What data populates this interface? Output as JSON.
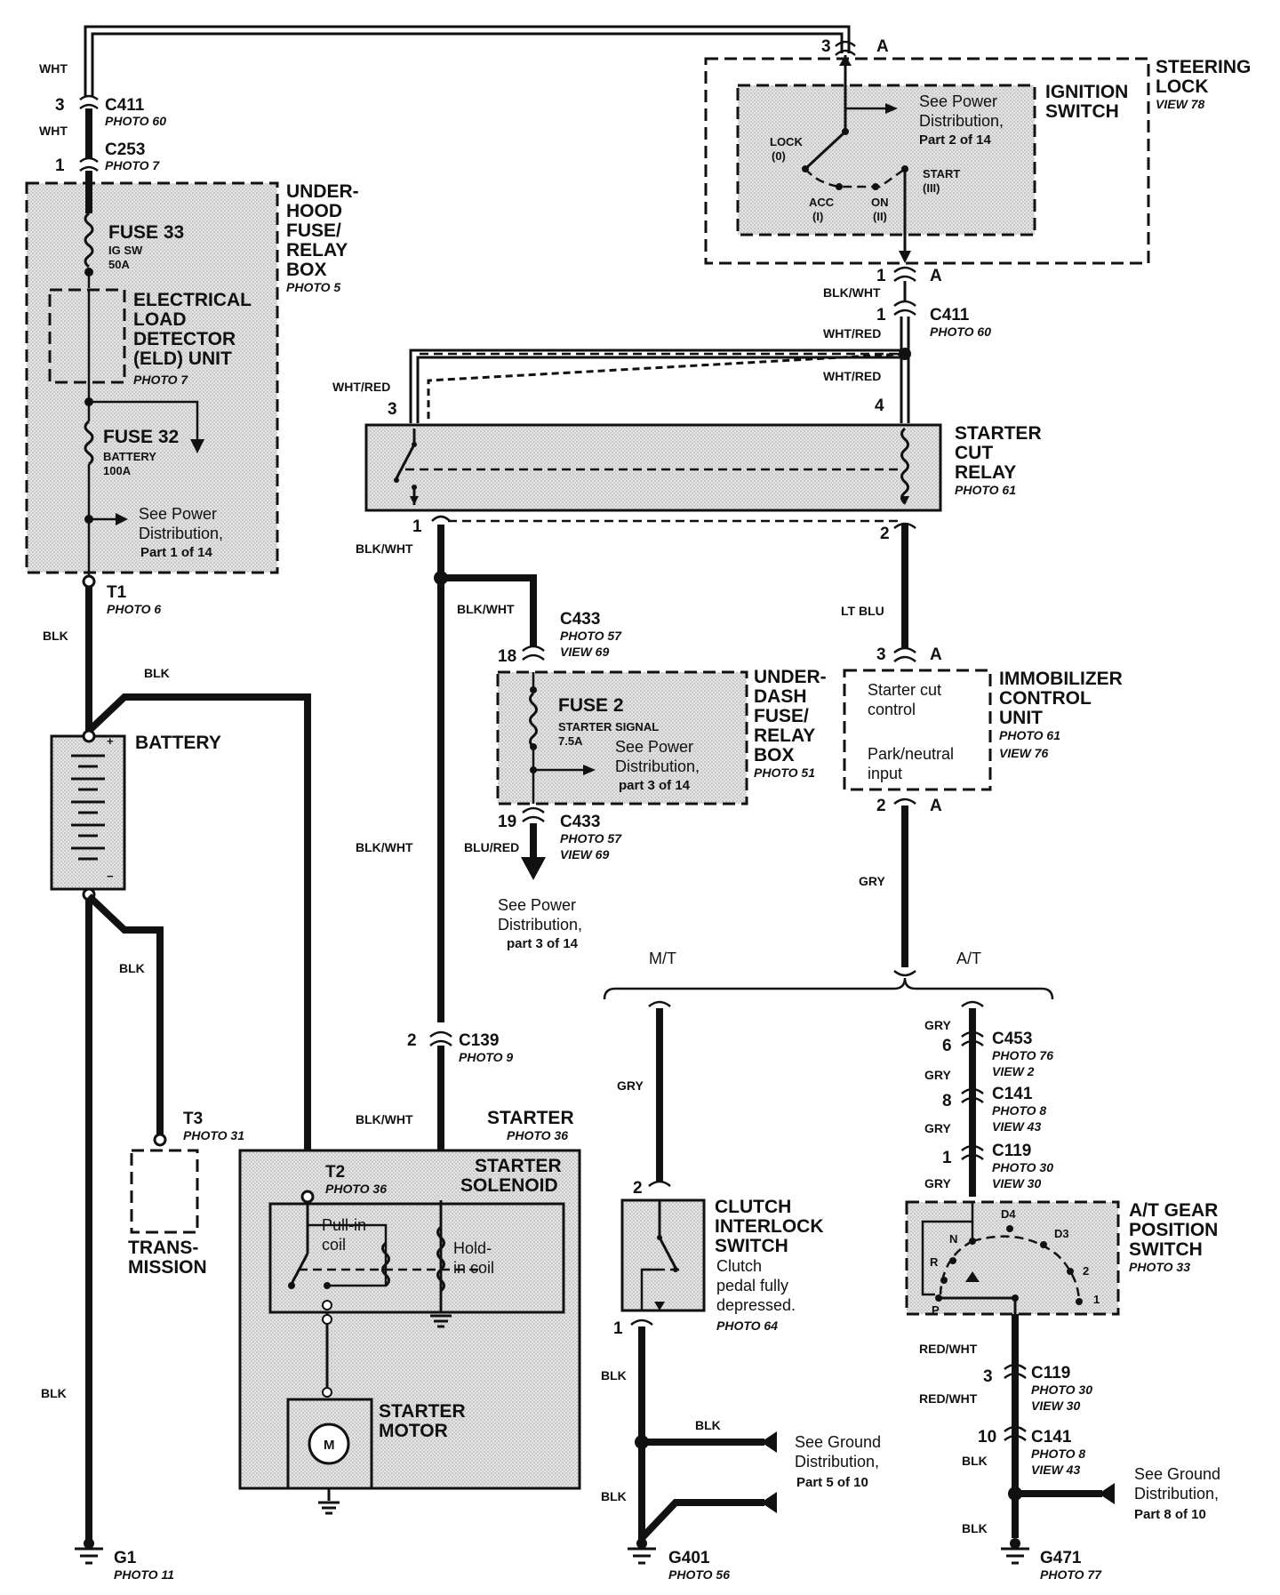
{
  "components": {
    "steering_lock": {
      "name": "STEERING LOCK",
      "photo": "VIEW 78"
    },
    "ignition_switch": {
      "name": "IGNITION SWITCH",
      "note": "See Power Distribution, Part 2 of 14",
      "pos_lock": "LOCK",
      "pos_lock_num": "(0)",
      "pos_acc": "ACC",
      "pos_acc_num": "(I)",
      "pos_on": "ON",
      "pos_on_num": "(II)",
      "pos_start": "START",
      "pos_start_num": "(III)"
    },
    "underhood_box": {
      "name": "UNDER- HOOD FUSE/ RELAY BOX",
      "photo": "PHOTO 5",
      "fuse33": "FUSE 33",
      "fuse33_sub": "IG SW",
      "fuse33_amp": "50A",
      "eld": "ELECTRICAL LOAD DETECTOR (ELD) UNIT",
      "eld_photo": "PHOTO 7",
      "fuse32": "FUSE 32",
      "fuse32_sub": "BATTERY",
      "fuse32_amp": "100A",
      "note": "See Power Distribution, Part 1 of 14"
    },
    "battery": {
      "name": "BATTERY"
    },
    "transmission": {
      "name": "TRANS- MISSION"
    },
    "starter_cut_relay": {
      "name": "STARTER CUT RELAY",
      "photo": "PHOTO 61"
    },
    "underdash_box": {
      "name": "UNDER- DASH FUSE/ RELAY BOX",
      "photo": "PHOTO 51",
      "fuse2": "FUSE 2",
      "fuse2_sub": "STARTER SIGNAL",
      "fuse2_amp": "7.5A",
      "note": "See Power Distribution, part 3 of 14"
    },
    "power_note_2": "See Power Distribution, part 3 of 14",
    "immobilizer": {
      "name": "IMMOBILIZER CONTROL UNIT",
      "photo": "PHOTO 61",
      "view": "VIEW 76",
      "text1": "Starter cut control",
      "text2": "Park/neutral input"
    },
    "starter": {
      "name": "STARTER",
      "photo": "PHOTO 36",
      "solenoid": "STARTER SOLENOID",
      "t2": "T2",
      "t2_photo": "PHOTO 36",
      "pullin": "Pull-in coil",
      "holdin": "Hold- in coil",
      "motor": "STARTER MOTOR",
      "motor_symbol": "M"
    },
    "clutch_switch": {
      "name": "CLUTCH INTERLOCK SWITCH",
      "desc": "Clutch pedal fully depressed.",
      "photo": "PHOTO 64"
    },
    "gear_switch": {
      "name": "A/T GEAR POSITION SWITCH",
      "photo": "PHOTO 33",
      "positions": [
        "N",
        "D4",
        "D3",
        "R",
        "2",
        "1",
        "P"
      ]
    },
    "branch": {
      "mt": "M/T",
      "at": "A/T"
    },
    "ground_note_1": "See Ground Distribution, Part 5 of 10",
    "ground_note_2": "See Ground Distribution, Part 8 of 10"
  },
  "connectors": {
    "c411_top": {
      "name": "C411",
      "photo": "PHOTO 60",
      "pin": "3"
    },
    "c253": {
      "name": "C253",
      "photo": "PHOTO 7",
      "pin": "1"
    },
    "c411_mid": {
      "name": "C411",
      "photo": "PHOTO 60",
      "pin": "1"
    },
    "t1": {
      "name": "T1",
      "photo": "PHOTO 6"
    },
    "t3": {
      "name": "T3",
      "photo": "PHOTO 31"
    },
    "c433_a": {
      "name": "C433",
      "photo": "PHOTO 57",
      "view": "VIEW 69",
      "pin": "18"
    },
    "c433_b": {
      "name": "C433",
      "photo": "PHOTO 57",
      "view": "VIEW 69",
      "pin": "19"
    },
    "c139": {
      "name": "C139",
      "photo": "PHOTO 9",
      "pin": "2"
    },
    "c453": {
      "name": "C453",
      "photo": "PHOTO 76",
      "view": "VIEW 2",
      "pin": "6"
    },
    "c141_a": {
      "name": "C141",
      "photo": "PHOTO 8",
      "view": "VIEW 43",
      "pin": "8"
    },
    "c119_a": {
      "name": "C119",
      "photo": "PHOTO 30",
      "view": "VIEW 30",
      "pin": "1"
    },
    "c119_b": {
      "name": "C119",
      "photo": "PHOTO 30",
      "view": "VIEW 30",
      "pin": "3"
    },
    "c141_b": {
      "name": "C141",
      "photo": "PHOTO 8",
      "view": "VIEW 43",
      "pin": "10"
    },
    "g1": {
      "name": "G1",
      "photo": "PHOTO 11"
    },
    "g401": {
      "name": "G401",
      "photo": "PHOTO 56"
    },
    "g471": {
      "name": "G471",
      "photo": "PHOTO 77"
    }
  },
  "pins": {
    "ign_top": "3",
    "ign_top_a": "A",
    "ign_bot": "1",
    "ign_bot_a": "A",
    "relay_3": "3",
    "relay_4": "4",
    "relay_1": "1",
    "relay_2": "2",
    "imm_3": "3",
    "imm_3a": "A",
    "imm_2": "2",
    "imm_2a": "A",
    "clutch_2": "2",
    "clutch_1": "1"
  },
  "wires": {
    "wht": "WHT",
    "blk": "BLK",
    "blk_wht": "BLK/WHT",
    "wht_red": "WHT/RED",
    "lt_blu": "LT BLU",
    "gry": "GRY",
    "blu_red": "BLU/RED",
    "red_wht": "RED/WHT"
  }
}
